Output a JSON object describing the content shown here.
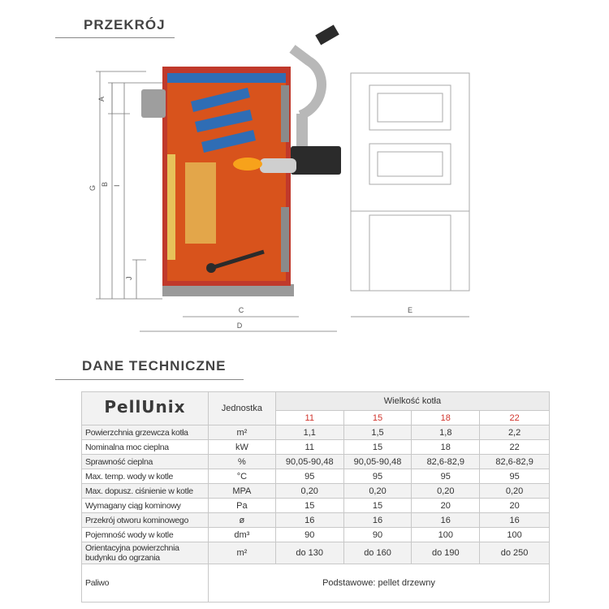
{
  "sections": {
    "cross_section_title": "PRZEKRÓJ",
    "tech_data_title": "DANE TECHNICZNE"
  },
  "diagram": {
    "labels": {
      "A": "A",
      "B": "B",
      "G": "G",
      "I": "I",
      "J": "J",
      "C": "C",
      "D": "D",
      "E": "E"
    },
    "colors": {
      "body": "#d8531c",
      "frame": "#c0392b",
      "water_jacket": "#2f6db5",
      "insulation": "#e7c25a",
      "base": "#9a9a9a",
      "burner": "#2b2b2b"
    }
  },
  "table": {
    "brand": "PellUnix",
    "unit_header": "Jednostka",
    "size_header": "Wielkość kotła",
    "sizes": [
      "11",
      "15",
      "18",
      "22"
    ],
    "rows": [
      {
        "param": "Powierzchnia grzewcza kotła",
        "unit": "m²",
        "values": [
          "1,1",
          "1,5",
          "1,8",
          "2,2"
        ]
      },
      {
        "param": "Nominalna moc cieplna",
        "unit": "kW",
        "values": [
          "11",
          "15",
          "18",
          "22"
        ]
      },
      {
        "param": "Sprawność cieplna",
        "unit": "%",
        "values": [
          "90,05-90,48",
          "90,05-90,48",
          "82,6-82,9",
          "82,6-82,9"
        ]
      },
      {
        "param": "Max. temp. wody w kotle",
        "unit": "°C",
        "values": [
          "95",
          "95",
          "95",
          "95"
        ]
      },
      {
        "param": "Max. dopusz. ciśnienie w kotle",
        "unit": "MPA",
        "values": [
          "0,20",
          "0,20",
          "0,20",
          "0,20"
        ]
      },
      {
        "param": "Wymagany ciąg kominowy",
        "unit": "Pa",
        "values": [
          "15",
          "15",
          "20",
          "20"
        ]
      },
      {
        "param": "Przekrój otworu kominowego",
        "unit": "ø",
        "values": [
          "16",
          "16",
          "16",
          "16"
        ]
      },
      {
        "param": "Pojemność wody w kotle",
        "unit": "dm³",
        "values": [
          "90",
          "90",
          "100",
          "100"
        ]
      }
    ],
    "area_row": {
      "param_line1": "Orientacyjna powierzchnia",
      "param_line2": "budynku do ogrzania",
      "unit": "m²",
      "values": [
        "do 130",
        "do 160",
        "do 190",
        "do 250"
      ]
    },
    "fuel_row": {
      "param": "Paliwo",
      "value": "Podstawowe: pellet drzewny"
    }
  }
}
